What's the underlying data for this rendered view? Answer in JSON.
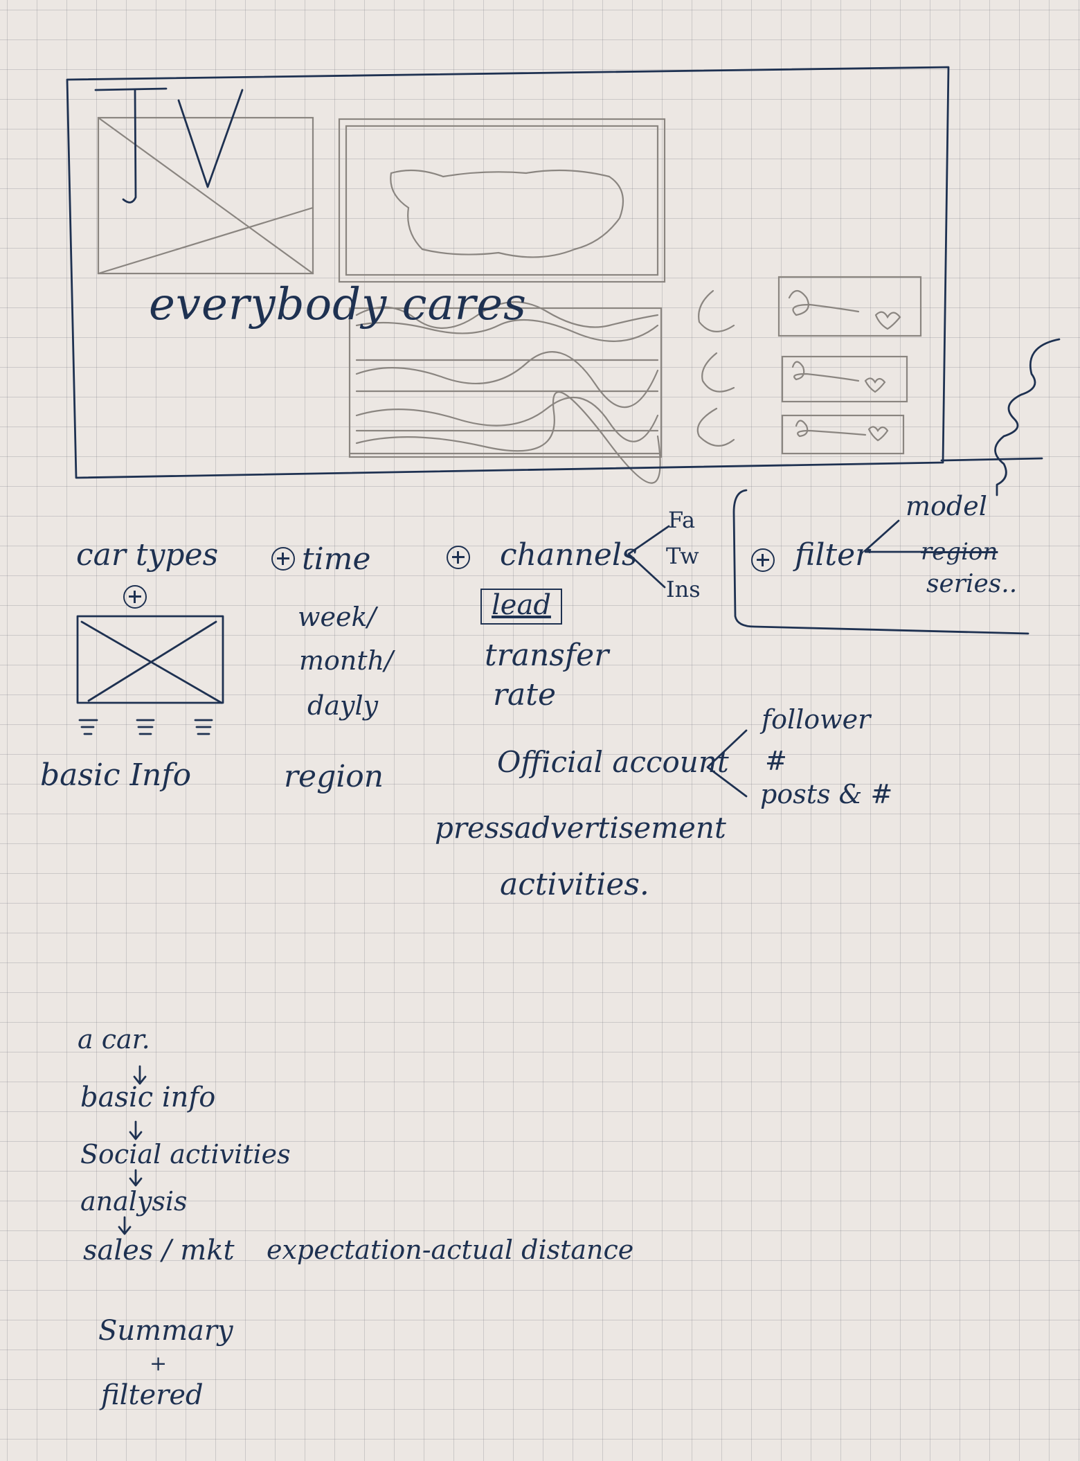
{
  "mockup": {
    "logo_text": "TV",
    "tagline": "everybody cares"
  },
  "controls": {
    "car_types": "car types",
    "basic_info": "basic Info",
    "time": "time",
    "time_options": [
      "week/",
      "month/",
      "dayly"
    ],
    "region": "region",
    "channels": "channels",
    "channel_options": [
      "Fa",
      "Tw",
      "Ins"
    ],
    "lead": "lead",
    "transfer_rate_1": "transfer",
    "transfer_rate_2": "rate",
    "official_account": "Official account",
    "official_options": [
      "follower",
      "#",
      "posts & #"
    ],
    "press": "pressadvertisement",
    "activities": "activities.",
    "filter": "filter",
    "filter_options": [
      "model",
      "region",
      "series.."
    ]
  },
  "flow": {
    "steps": [
      "a car.",
      "basic info",
      "Social activities",
      "analysis",
      "sales / mkt"
    ],
    "note": "expectation-actual distance",
    "summary_1": "Summary",
    "summary_plus": "+",
    "summary_2": "filtered"
  }
}
